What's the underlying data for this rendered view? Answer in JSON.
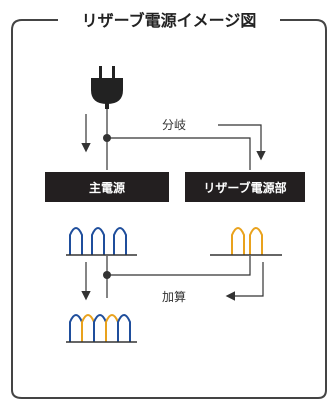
{
  "title": "リザーブ電源イメージ図",
  "labels": {
    "branch": "分岐",
    "add": "加算",
    "main_power": "主電源",
    "reserve_power": "リザーブ電源部"
  },
  "colors": {
    "frame": "#444444",
    "box_fill": "#231f20",
    "line": "#333333",
    "wave_blue": "#1f4e9c",
    "wave_orange": "#e9a21d"
  }
}
